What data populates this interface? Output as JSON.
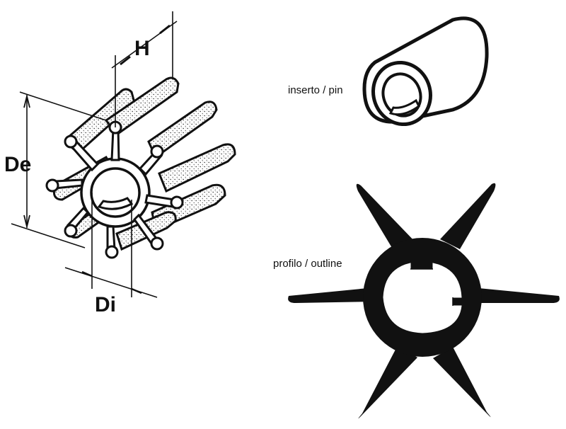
{
  "diagram": {
    "dimensions": {
      "height": "H",
      "outer_diameter": "De",
      "inner_diameter": "Di"
    },
    "captions": {
      "insert": "inserto / pin",
      "profile": "profilo / outline"
    },
    "colors": {
      "ink": "#111111",
      "paper": "#ffffff",
      "rubber_fill": "#e6e6e6"
    }
  }
}
